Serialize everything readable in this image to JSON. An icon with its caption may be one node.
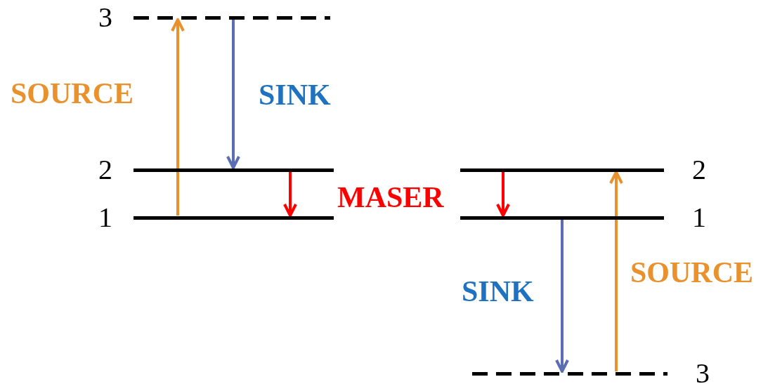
{
  "diagram": {
    "nodes": [
      {
        "text": [
          "3"
        ]
      },
      {
        "text": [
          "2"
        ]
      },
      {
        "text": [
          "1"
        ]
      },
      {
        "text": [
          "2"
        ]
      },
      {
        "text": [
          "1"
        ]
      },
      {
        "text": [
          "3"
        ]
      }
    ],
    "edges": [
      {
        "from": 2,
        "to": 0,
        "arrow": "to",
        "label": "SOURCE",
        "color": "#e8912d"
      },
      {
        "from": 0,
        "to": 1,
        "arrow": "to",
        "label": "SINK",
        "color": "#5b6db3"
      },
      {
        "from": 1,
        "to": 2,
        "arrow": "to",
        "color": "#ff0000"
      },
      {
        "from": 3,
        "to": 4,
        "arrow": "to",
        "color": "#ff0000"
      },
      {
        "from": 4,
        "to": 5,
        "arrow": "to",
        "label": "SINK",
        "color": "#5b6db3"
      },
      {
        "from": 5,
        "to": 3,
        "arrow": "to",
        "label": "SOURCE",
        "color": "#e8912d"
      }
    ],
    "labels": [
      "MASER"
    ]
  }
}
